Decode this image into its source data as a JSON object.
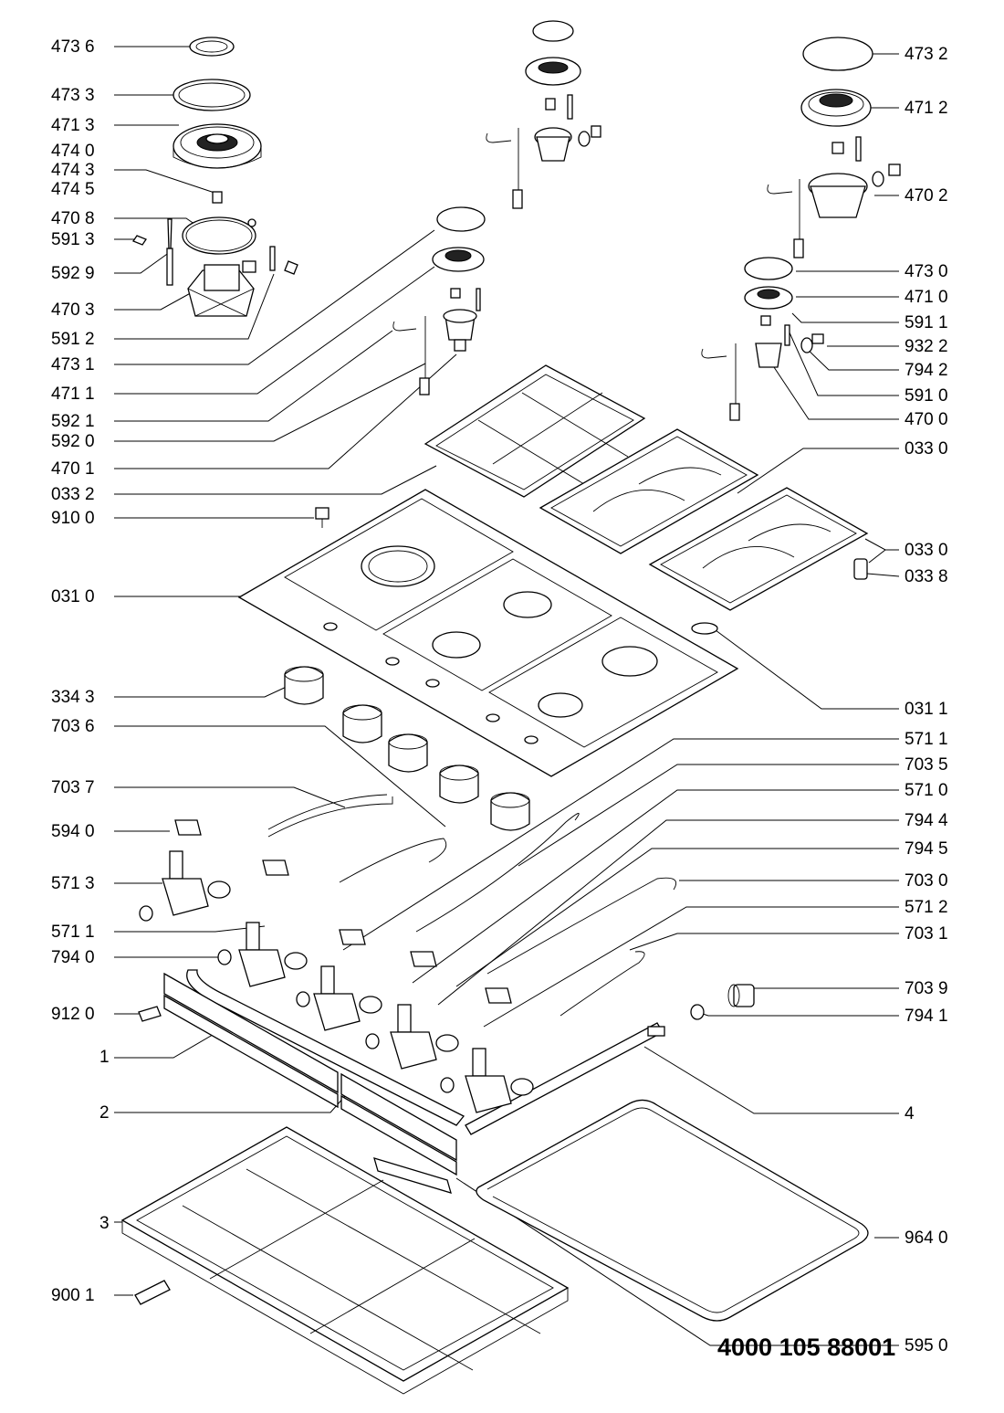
{
  "document_number": "4000 105 88001",
  "labels": {
    "p4736": "473 6",
    "p4733": "473 3",
    "p4713": "471 3",
    "p4740": "474 0",
    "p4743": "474 3",
    "p4745": "474 5",
    "p4708": "470 8",
    "p5913": "591 3",
    "p5929": "592 9",
    "p4703": "470 3",
    "p5912": "591 2",
    "p4731": "473 1",
    "p4711": "471 1",
    "p5921": "592 1",
    "p5920": "592 0",
    "p4701": "470 1",
    "p0332": "033 2",
    "p9100": "910 0",
    "p0310": "031 0",
    "p3343": "334 3",
    "p7036": "703 6",
    "p7037": "703 7",
    "p5940": "594 0",
    "p5713": "571 3",
    "p5711b": "571 1",
    "p7940": "794 0",
    "p9120": "912 0",
    "p1": "1",
    "p2": "2",
    "p3": "3",
    "p9001": "900 1",
    "p4732": "473 2",
    "p4712": "471 2",
    "p4702": "470 2",
    "p4730": "473 0",
    "p4710": "471 0",
    "p5911": "591 1",
    "p9322": "932 2",
    "p7942": "794 2",
    "p5910": "591 0",
    "p4700": "470 0",
    "p0330a": "033 0",
    "p0330b": "033 0",
    "p0338": "033 8",
    "p0311": "031 1",
    "p5711": "571 1",
    "p7035": "703 5",
    "p5710": "571 0",
    "p7944": "794 4",
    "p7945": "794 5",
    "p7030": "703 0",
    "p5712": "571 2",
    "p7031": "703 1",
    "p7039": "703 9",
    "p7941": "794 1",
    "p4": "4",
    "p9640": "964 0",
    "p5950": "595 0"
  }
}
